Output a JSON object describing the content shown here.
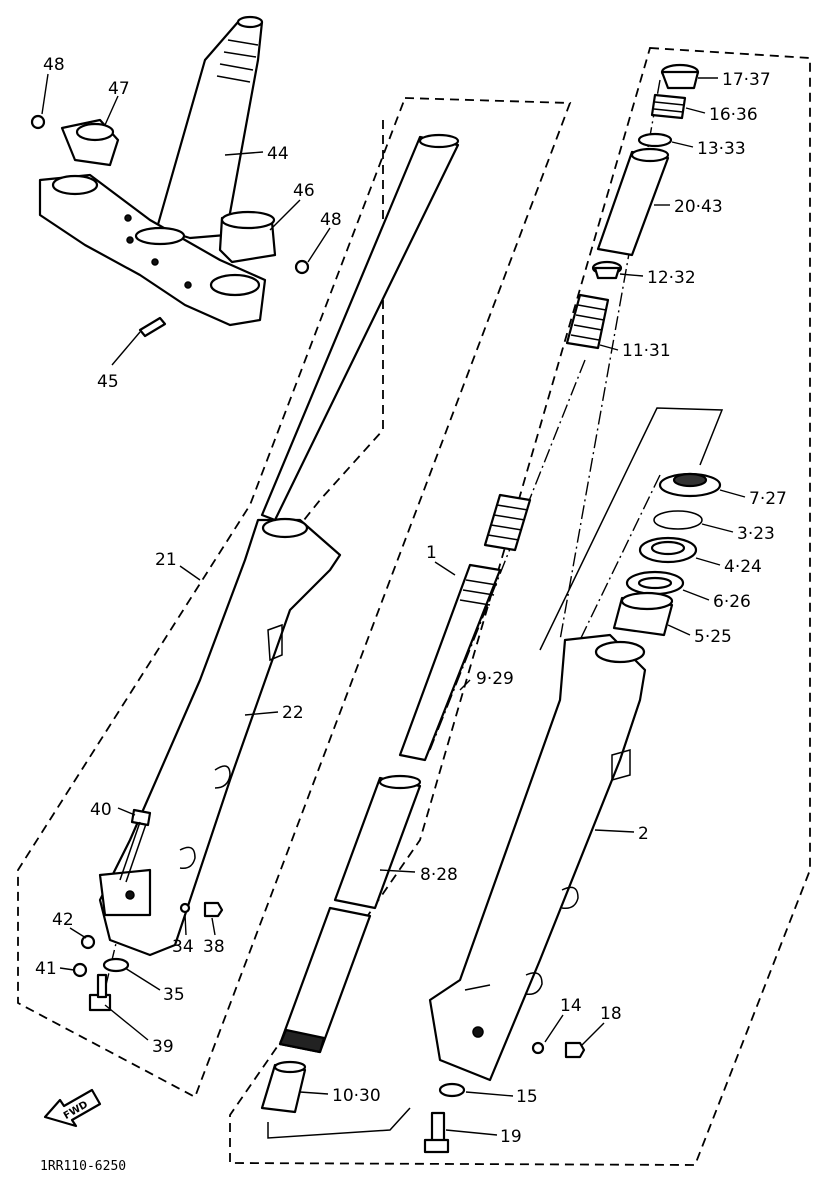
{
  "diagram": {
    "drawing_code": "1RR110-6250",
    "direction_arrow_text": "FWD",
    "callouts": [
      {
        "id": "48a",
        "text": "48"
      },
      {
        "id": "47",
        "text": "47"
      },
      {
        "id": "44",
        "text": "44"
      },
      {
        "id": "46",
        "text": "46"
      },
      {
        "id": "48b",
        "text": "48"
      },
      {
        "id": "45",
        "text": "45"
      },
      {
        "id": "21",
        "text": "21"
      },
      {
        "id": "22",
        "text": "22"
      },
      {
        "id": "40",
        "text": "40"
      },
      {
        "id": "42",
        "text": "42"
      },
      {
        "id": "34",
        "text": "34"
      },
      {
        "id": "38",
        "text": "38"
      },
      {
        "id": "41",
        "text": "41"
      },
      {
        "id": "35",
        "text": "35"
      },
      {
        "id": "39",
        "text": "39"
      },
      {
        "id": "1",
        "text": "1"
      },
      {
        "id": "9-29",
        "text": "9·29"
      },
      {
        "id": "8-28",
        "text": "8·28"
      },
      {
        "id": "10-30",
        "text": "10·30"
      },
      {
        "id": "17-37",
        "text": "17·37"
      },
      {
        "id": "16-36",
        "text": "16·36"
      },
      {
        "id": "13-33",
        "text": "13·33"
      },
      {
        "id": "20-43",
        "text": "20·43"
      },
      {
        "id": "12-32",
        "text": "12·32"
      },
      {
        "id": "11-31",
        "text": "11·31"
      },
      {
        "id": "7-27",
        "text": "7·27"
      },
      {
        "id": "3-23",
        "text": "3·23"
      },
      {
        "id": "4-24",
        "text": "4·24"
      },
      {
        "id": "6-26",
        "text": "6·26"
      },
      {
        "id": "5-25",
        "text": "5·25"
      },
      {
        "id": "2",
        "text": "2"
      },
      {
        "id": "14",
        "text": "14"
      },
      {
        "id": "18",
        "text": "18"
      },
      {
        "id": "15",
        "text": "15"
      },
      {
        "id": "19",
        "text": "19"
      }
    ]
  }
}
